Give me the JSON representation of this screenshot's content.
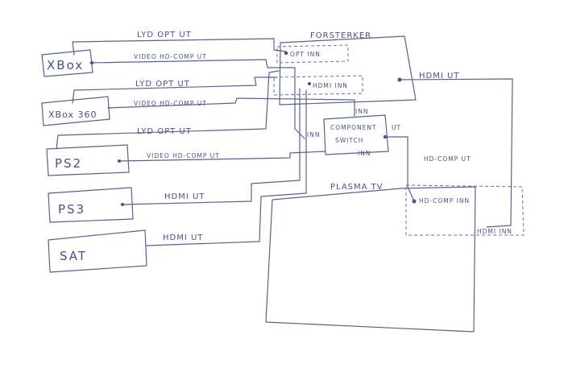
{
  "devices": {
    "xbox": "XBox",
    "xbox360": "XBox 360",
    "ps2": "PS2",
    "ps3": "PS3",
    "sat": "SAT",
    "amp": "FORSTERKER",
    "switch_line1": "COMPONENT",
    "switch_line2": "SWITCH",
    "tv": "PLASMA TV"
  },
  "ports": {
    "opt_inn": "OPT INN",
    "hdmi_inn_amp": "HDMI INN",
    "sw_inn_top": "INN",
    "sw_inn_left": "INN",
    "sw_inn_bottom": "INN",
    "sw_ut": "UT",
    "tv_hd_comp_inn": "HD-COMP INN",
    "tv_hdmi_inn": "HDMI INN"
  },
  "cables": {
    "xbox_audio": "LYD OPT UT",
    "xbox_video": "VIDEO HD-COMP UT",
    "x360_audio": "LYD OPT UT",
    "x360_video": "VIDEO HD-COMP UT",
    "ps2_audio": "LYD OPT UT",
    "ps2_video": "VIDEO HD-COMP UT",
    "ps3_hdmi": "HDMI UT",
    "sat_hdmi": "HDMI UT",
    "amp_hdmi_out": "HDMI UT",
    "switch_out": "HD-COMP UT"
  }
}
